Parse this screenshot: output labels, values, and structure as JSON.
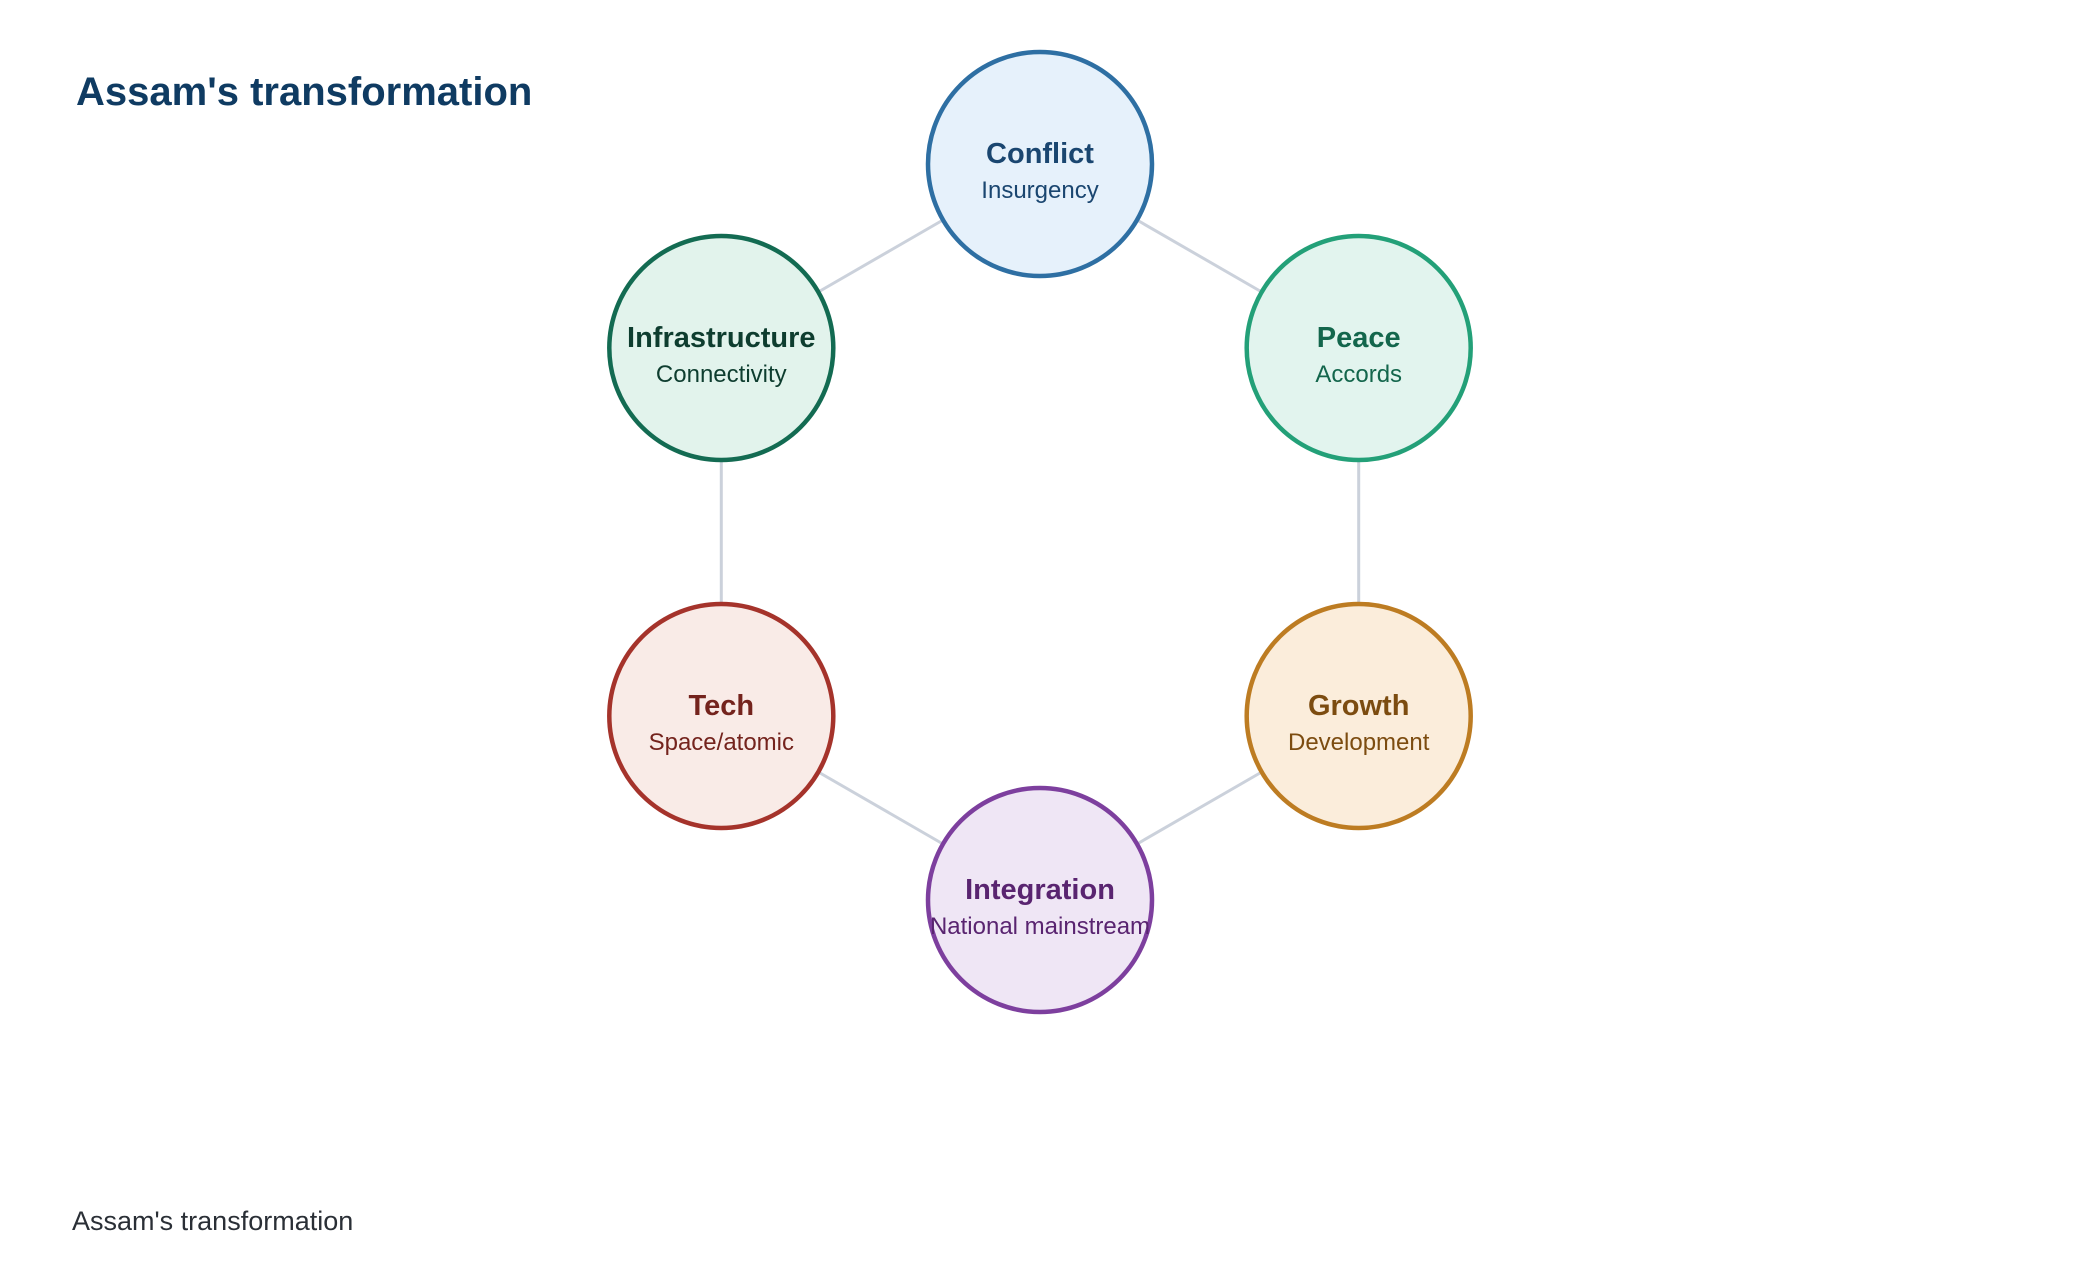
{
  "header": {
    "title": "Assam's transformation"
  },
  "footer": {
    "caption": "Assam's transformation"
  },
  "diagram": {
    "type": "cycle",
    "edge_color": "#cbd1db",
    "nodes": [
      {
        "id": "conflict",
        "title": "Conflict",
        "subtitle": "Insurgency",
        "stroke": "#2e6fa3",
        "fill": "#e6f1fb",
        "text_color": "#1a4670"
      },
      {
        "id": "peace",
        "title": "Peace",
        "subtitle": "Accords",
        "stroke": "#23a078",
        "fill": "#e2f4ee",
        "text_color": "#13664c"
      },
      {
        "id": "growth",
        "title": "Growth",
        "subtitle": "Development",
        "stroke": "#bd7c22",
        "fill": "#fbeddb",
        "text_color": "#7c4c10"
      },
      {
        "id": "integration",
        "title": "Integration",
        "subtitle": "National mainstream",
        "stroke": "#7d3f9e",
        "fill": "#efe6f5",
        "text_color": "#592470"
      },
      {
        "id": "tech",
        "title": "Tech",
        "subtitle": "Space/atomic",
        "stroke": "#a5332b",
        "fill": "#f9ebe7",
        "text_color": "#74231d"
      },
      {
        "id": "infrastructure",
        "title": "Infrastructure",
        "subtitle": "Connectivity",
        "stroke": "#136b52",
        "fill": "#e2f3ec",
        "text_color": "#0e3d2f"
      }
    ],
    "edges": [
      [
        "conflict",
        "peace"
      ],
      [
        "peace",
        "growth"
      ],
      [
        "growth",
        "integration"
      ],
      [
        "integration",
        "tech"
      ],
      [
        "tech",
        "infrastructure"
      ],
      [
        "infrastructure",
        "conflict"
      ]
    ]
  }
}
